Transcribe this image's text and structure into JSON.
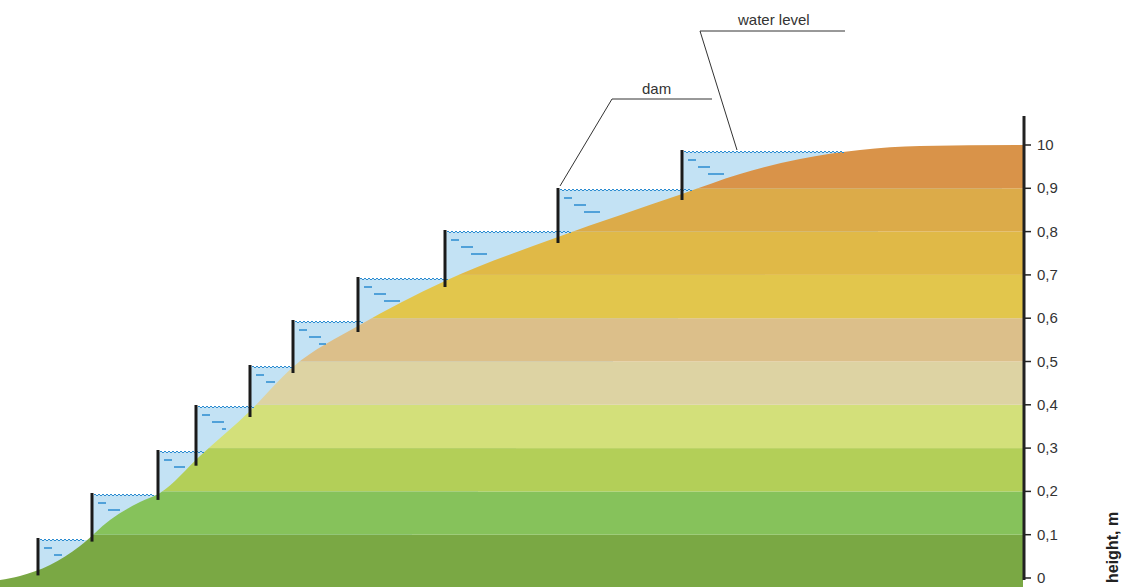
{
  "diagram": {
    "labels": [
      "water level",
      "dam",
      "10",
      "0,9",
      "0,8",
      "0,7",
      "0,6",
      "0,5",
      "0,4",
      "0,3",
      "0,2",
      "0,1",
      "0",
      "height, m"
    ]
  }
}
